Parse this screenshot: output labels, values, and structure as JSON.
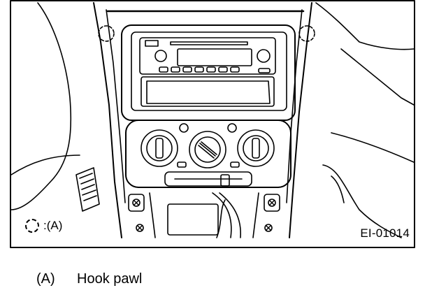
{
  "figure": {
    "id": "EI-01014",
    "legend": {
      "symbol": "dashed-circle",
      "text": ":(A)"
    }
  },
  "caption": {
    "key": "(A)",
    "text": "Hook pawl"
  }
}
